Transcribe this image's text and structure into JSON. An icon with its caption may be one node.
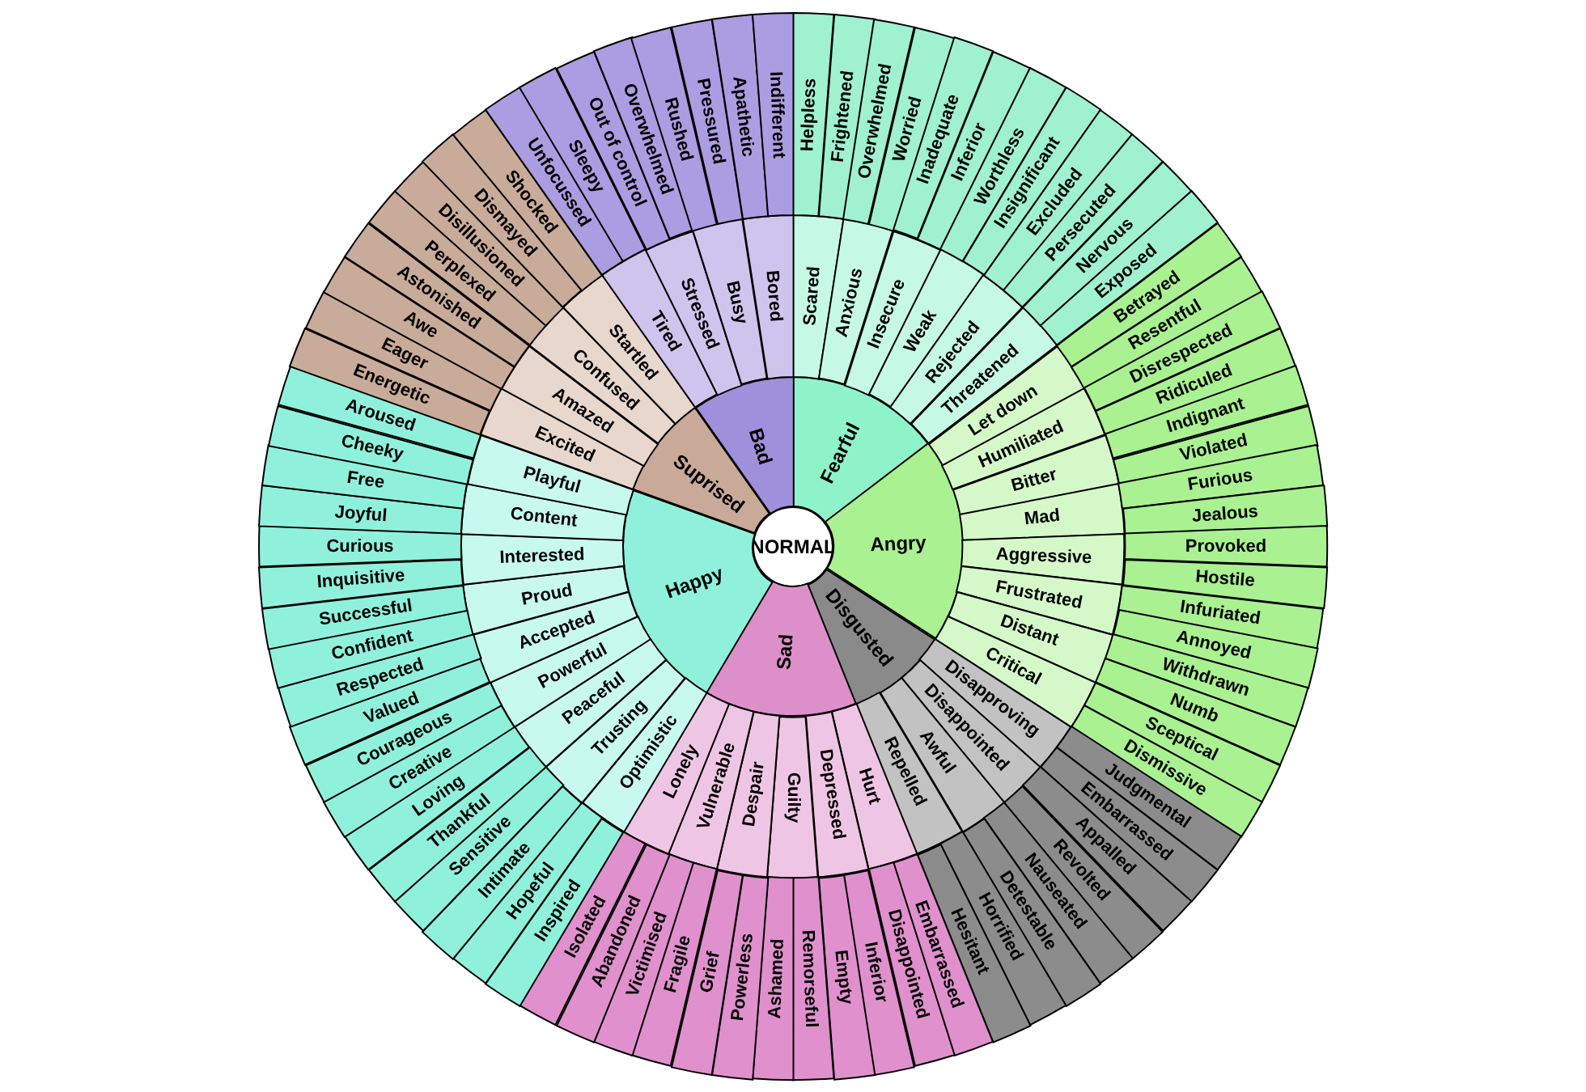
{
  "diagram": {
    "nodes": [
      {
        "text": [
          "NORMAL"
        ]
      },
      {
        "text": [
          "Fearful"
        ]
      },
      {
        "text": [
          "Angry"
        ]
      },
      {
        "text": [
          "Disgusted"
        ]
      },
      {
        "text": [
          "Sad"
        ]
      },
      {
        "text": [
          "Happy"
        ]
      },
      {
        "text": [
          "Suprised"
        ]
      },
      {
        "text": [
          "Bad"
        ]
      },
      {
        "text": [
          "Scared"
        ]
      },
      {
        "text": [
          "Anxious"
        ]
      },
      {
        "text": [
          "Insecure"
        ]
      },
      {
        "text": [
          "Weak"
        ]
      },
      {
        "text": [
          "Rejected"
        ]
      },
      {
        "text": [
          "Threatened"
        ]
      },
      {
        "text": [
          "Let down"
        ]
      },
      {
        "text": [
          "Humiliated"
        ]
      },
      {
        "text": [
          "Bitter"
        ]
      },
      {
        "text": [
          "Mad"
        ]
      },
      {
        "text": [
          "Aggressive"
        ]
      },
      {
        "text": [
          "Frustrated"
        ]
      },
      {
        "text": [
          "Distant"
        ]
      },
      {
        "text": [
          "Critical"
        ]
      },
      {
        "text": [
          "Disapproving"
        ]
      },
      {
        "text": [
          "Disappointed"
        ]
      },
      {
        "text": [
          "Awful"
        ]
      },
      {
        "text": [
          "Repelled"
        ]
      },
      {
        "text": [
          "Hurt"
        ]
      },
      {
        "text": [
          "Depressed"
        ]
      },
      {
        "text": [
          "Guilty"
        ]
      },
      {
        "text": [
          "Despair"
        ]
      },
      {
        "text": [
          "Vulnerable"
        ]
      },
      {
        "text": [
          "Lonely"
        ]
      },
      {
        "text": [
          "Optimistic"
        ]
      },
      {
        "text": [
          "Trusting"
        ]
      },
      {
        "text": [
          "Peaceful"
        ]
      },
      {
        "text": [
          "Powerful"
        ]
      },
      {
        "text": [
          "Accepted"
        ]
      },
      {
        "text": [
          "Proud"
        ]
      },
      {
        "text": [
          "Interested"
        ]
      },
      {
        "text": [
          "Content"
        ]
      },
      {
        "text": [
          "Playful"
        ]
      },
      {
        "text": [
          "Excited"
        ]
      },
      {
        "text": [
          "Amazed"
        ]
      },
      {
        "text": [
          "Confused"
        ]
      },
      {
        "text": [
          "Startled"
        ]
      },
      {
        "text": [
          "Tired"
        ]
      },
      {
        "text": [
          "Stressed"
        ]
      },
      {
        "text": [
          "Busy"
        ]
      },
      {
        "text": [
          "Bored"
        ]
      },
      {
        "text": [
          "Helpless"
        ]
      },
      {
        "text": [
          "Frightened"
        ]
      },
      {
        "text": [
          "Overwhelmed"
        ]
      },
      {
        "text": [
          "Worried"
        ]
      },
      {
        "text": [
          "Inadequate"
        ]
      },
      {
        "text": [
          "Inferior"
        ]
      },
      {
        "text": [
          "Worthless"
        ]
      },
      {
        "text": [
          "Insignificant"
        ]
      },
      {
        "text": [
          "Excluded"
        ]
      },
      {
        "text": [
          "Persecuted"
        ]
      },
      {
        "text": [
          "Nervous"
        ]
      },
      {
        "text": [
          "Exposed"
        ]
      },
      {
        "text": [
          "Betrayed"
        ]
      },
      {
        "text": [
          "Resentful"
        ]
      },
      {
        "text": [
          "Disrespected"
        ]
      },
      {
        "text": [
          "Ridiculed"
        ]
      },
      {
        "text": [
          "Indignant"
        ]
      },
      {
        "text": [
          "Violated"
        ]
      },
      {
        "text": [
          "Furious"
        ]
      },
      {
        "text": [
          "Jealous"
        ]
      },
      {
        "text": [
          "Provoked"
        ]
      },
      {
        "text": [
          "Hostile"
        ]
      },
      {
        "text": [
          "Infuriated"
        ]
      },
      {
        "text": [
          "Annoyed"
        ]
      },
      {
        "text": [
          "Withdrawn"
        ]
      },
      {
        "text": [
          "Numb"
        ]
      },
      {
        "text": [
          "Sceptical"
        ]
      },
      {
        "text": [
          "Dismissive"
        ]
      },
      {
        "text": [
          "Judgmental"
        ]
      },
      {
        "text": [
          "Embarrassed"
        ]
      },
      {
        "text": [
          "Appalled"
        ]
      },
      {
        "text": [
          "Revolted"
        ]
      },
      {
        "text": [
          "Nauseated"
        ]
      },
      {
        "text": [
          "Detestable"
        ]
      },
      {
        "text": [
          "Horrified"
        ]
      },
      {
        "text": [
          "Hesitant"
        ]
      },
      {
        "text": [
          "Embarrassed"
        ]
      },
      {
        "text": [
          "Disappointed"
        ]
      },
      {
        "text": [
          "Inferior"
        ]
      },
      {
        "text": [
          "Empty"
        ]
      },
      {
        "text": [
          "Remorseful"
        ]
      },
      {
        "text": [
          "Ashamed"
        ]
      },
      {
        "text": [
          "Powerless"
        ]
      },
      {
        "text": [
          "Grief"
        ]
      },
      {
        "text": [
          "Fragile"
        ]
      },
      {
        "text": [
          "Victimised"
        ]
      },
      {
        "text": [
          "Abandoned"
        ]
      },
      {
        "text": [
          "Isolated"
        ]
      },
      {
        "text": [
          "Inspired"
        ]
      },
      {
        "text": [
          "Hopeful"
        ]
      },
      {
        "text": [
          "Intimate"
        ]
      },
      {
        "text": [
          "Sensitive"
        ]
      },
      {
        "text": [
          "Thankful"
        ]
      },
      {
        "text": [
          "Loving"
        ]
      },
      {
        "text": [
          "Creative"
        ]
      },
      {
        "text": [
          "Courageous"
        ]
      },
      {
        "text": [
          "Valued"
        ]
      },
      {
        "text": [
          "Respected"
        ]
      },
      {
        "text": [
          "Confident"
        ]
      },
      {
        "text": [
          "Successful"
        ]
      },
      {
        "text": [
          "Inquisitive"
        ]
      },
      {
        "text": [
          "Curious"
        ]
      },
      {
        "text": [
          "Joyful"
        ]
      },
      {
        "text": [
          "Free"
        ]
      },
      {
        "text": [
          "Cheeky"
        ]
      },
      {
        "text": [
          "Aroused"
        ]
      },
      {
        "text": [
          "Energetic"
        ]
      },
      {
        "text": [
          "Eager"
        ]
      },
      {
        "text": [
          "Awe"
        ]
      },
      {
        "text": [
          "Astonished"
        ]
      },
      {
        "text": [
          "Perplexed"
        ]
      },
      {
        "text": [
          "Disillusioned"
        ]
      },
      {
        "text": [
          "Dismayed"
        ]
      },
      {
        "text": [
          "Shocked"
        ]
      },
      {
        "text": [
          "Unfocussed"
        ]
      },
      {
        "text": [
          "Sleepy"
        ]
      },
      {
        "text": [
          "Out of control"
        ]
      },
      {
        "text": [
          "Overwhelmed"
        ]
      },
      {
        "text": [
          "Rushed"
        ]
      },
      {
        "text": [
          "Pressured"
        ]
      },
      {
        "text": [
          "Apathetic"
        ]
      },
      {
        "text": [
          "Indifferent"
        ]
      }
    ]
  }
}
